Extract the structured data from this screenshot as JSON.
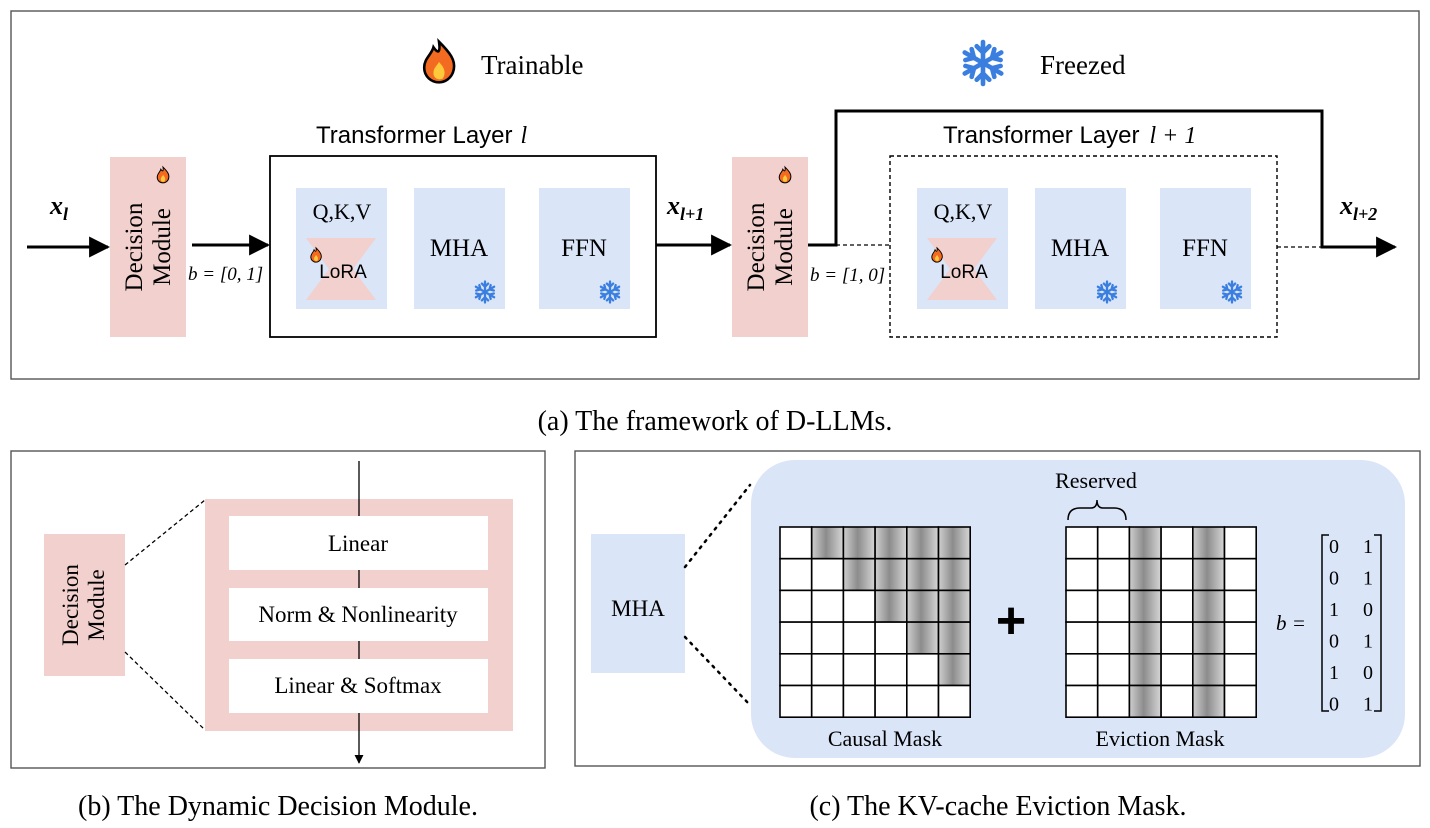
{
  "legend": {
    "trainable_label": "Trainable",
    "trainable_icon": "fire-icon",
    "freezed_label": "Freezed",
    "freezed_icon": "snowflake-icon"
  },
  "colors": {
    "decision_pink": "#f2d0ce",
    "module_blue": "#dae5f8",
    "snow_blue": "#3a7fe0",
    "panel_blue": "#dae5f8",
    "frame_gray": "#555555"
  },
  "panel_a": {
    "caption": "(a) The framework of D-LLMs.",
    "input_main": "x",
    "input_sub": "l",
    "layer1": {
      "title_main": "Transformer Layer",
      "title_var": "l",
      "qkv": "Q,K,V",
      "lora": "LoRA",
      "mha": "MHA",
      "ffn": "FFN"
    },
    "layer2": {
      "title_main": "Transformer Layer",
      "title_var": "l + 1",
      "qkv": "Q,K,V",
      "lora": "LoRA",
      "mha": "MHA",
      "ffn": "FFN"
    },
    "decision1": {
      "line1": "Decision",
      "line2": "Module",
      "b_value": "b = [0, 1]"
    },
    "decision2": {
      "line1": "Decision",
      "line2": "Module",
      "b_value": "b = [1, 0]"
    },
    "x_mid_main": "x",
    "x_mid_sub": "l+1",
    "x_out_main": "x",
    "x_out_sub": "l+2"
  },
  "panel_b": {
    "caption": "(b) The Dynamic Decision Module.",
    "decision_line1": "Decision",
    "decision_line2": "Module",
    "rows": [
      "Linear",
      "Norm & Nonlinearity",
      "Linear & Softmax"
    ]
  },
  "panel_c": {
    "caption": "(c) The KV-cache Eviction Mask.",
    "mha": "MHA",
    "plus": "+",
    "reserved": "Reserved",
    "causal_label": "Causal Mask",
    "eviction_label": "Eviction Mask",
    "b_label": "b =",
    "matrix": [
      [
        0,
        1
      ],
      [
        0,
        1
      ],
      [
        1,
        0
      ],
      [
        0,
        1
      ],
      [
        1,
        0
      ],
      [
        0,
        1
      ]
    ],
    "grid_size": 6,
    "evicted_columns": [
      2,
      4
    ]
  }
}
